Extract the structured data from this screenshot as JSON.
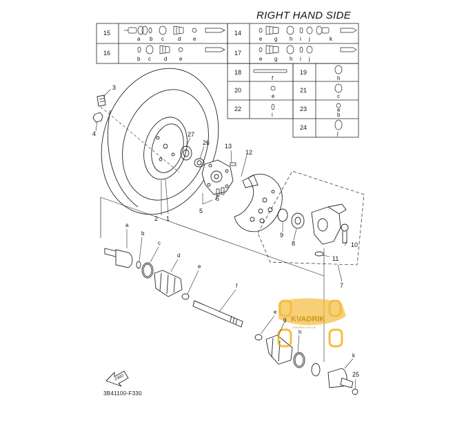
{
  "page": {
    "title": "RIGHT HAND SIDE",
    "diagram_code": "3B41100-F330",
    "fwd_label": "FWD"
  },
  "watermark": {
    "brand": "KVADRIK",
    "tagline": "KVADRIK.COM.UA"
  },
  "kit_table": [
    {
      "no": "15",
      "letters": [
        "a",
        "b",
        "c",
        "d",
        "e"
      ]
    },
    {
      "no": "16",
      "letters": [
        "b",
        "c",
        "d",
        "e"
      ]
    },
    {
      "no": "14",
      "letters": [
        "e",
        "g",
        "h",
        "i",
        "j",
        "k"
      ]
    },
    {
      "no": "17",
      "letters": [
        "e",
        "g",
        "h",
        "i",
        "j"
      ]
    },
    {
      "no": "18",
      "letters": [
        "f"
      ]
    },
    {
      "no": "19",
      "letters": [
        "h"
      ]
    },
    {
      "no": "20",
      "letters": [
        "e"
      ]
    },
    {
      "no": "21",
      "letters": [
        "c"
      ]
    },
    {
      "no": "22",
      "letters": [
        "i"
      ]
    },
    {
      "no": "23",
      "letters": [
        "e",
        "b"
      ]
    },
    {
      "no": "24",
      "letters": [
        "j"
      ]
    }
  ],
  "callouts": {
    "n1": "1",
    "n2": "2",
    "n3": "3",
    "n4": "4",
    "n5": "5",
    "n6": "6",
    "n7": "7",
    "n8": "8",
    "n9": "9",
    "n10": "10",
    "n11": "11",
    "n12": "12",
    "n13": "13",
    "n25": "25",
    "n26": "26",
    "n27": "27"
  },
  "part_letters": {
    "a": "a",
    "b": "b",
    "c": "c",
    "d": "d",
    "e1": "e",
    "f": "f",
    "e2": "e",
    "g": "g",
    "h": "h",
    "k": "k"
  }
}
